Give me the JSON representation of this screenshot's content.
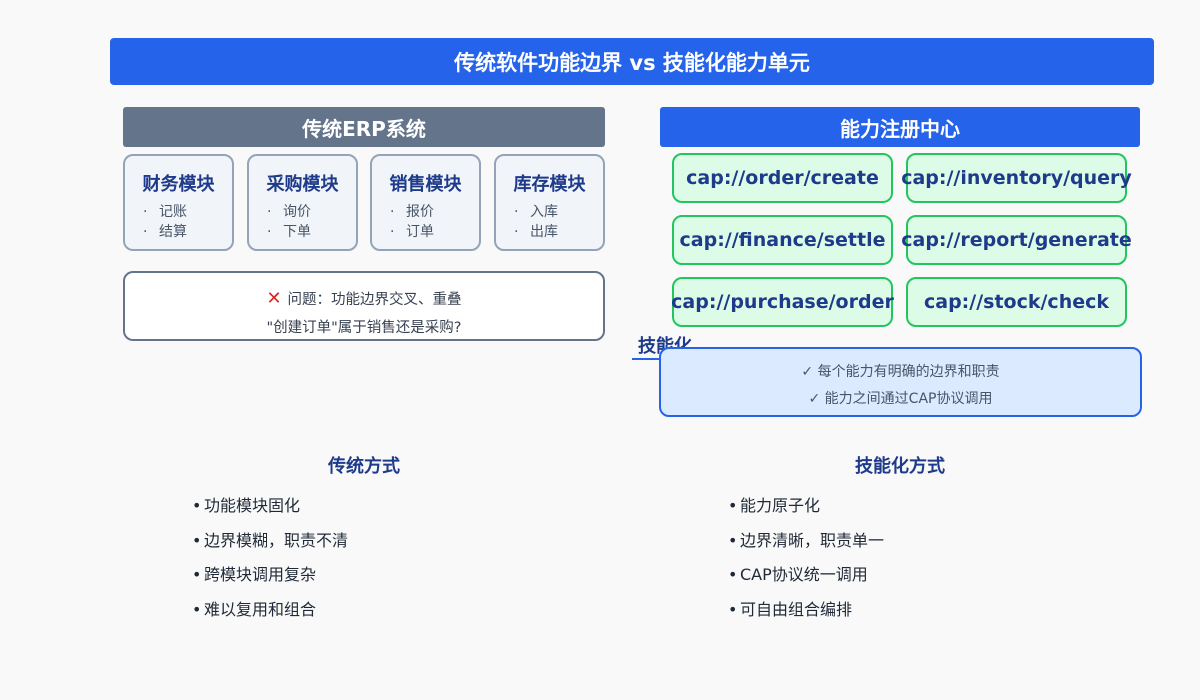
{
  "title": "传统软件功能边界 vs 技能化能力单元",
  "erp": {
    "header": "传统ERP系统",
    "modules": [
      {
        "title": "财务模块",
        "items": [
          "记账",
          "结算"
        ]
      },
      {
        "title": "采购模块",
        "items": [
          "询价",
          "下单"
        ]
      },
      {
        "title": "销售模块",
        "items": [
          "报价",
          "订单"
        ]
      },
      {
        "title": "库存模块",
        "items": [
          "入库",
          "出库"
        ]
      }
    ],
    "problem": {
      "icon": "cross-mark-icon",
      "line1": "问题：功能边界交叉、重叠",
      "line2": "\"创建订单\"属于销售还是采购?"
    }
  },
  "registry": {
    "header": "能力注册中心",
    "capabilities": [
      "cap://order/create",
      "cap://inventory/query",
      "cap://finance/settle",
      "cap://report/generate",
      "cap://purchase/order",
      "cap://stock/check"
    ],
    "skill_label": "技能化",
    "skill_lines": [
      "✓ 每个能力有明确的边界和职责",
      "✓ 能力之间通过CAP协议调用"
    ]
  },
  "comparison": {
    "left": {
      "title": "传统方式",
      "items": [
        "功能模块固化",
        "边界模糊，职责不清",
        "跨模块调用复杂",
        "难以复用和组合"
      ]
    },
    "right": {
      "title": "技能化方式",
      "items": [
        "能力原子化",
        "边界清晰，职责单一",
        "CAP协议统一调用",
        "可自由组合编排"
      ]
    }
  },
  "colors": {
    "primary": "#2563eb",
    "erp_header": "#64748b",
    "module_border": "#94a3b8",
    "cap_fill": "#dcfce7",
    "cap_border": "#22c55e",
    "error": "#dc2626"
  }
}
